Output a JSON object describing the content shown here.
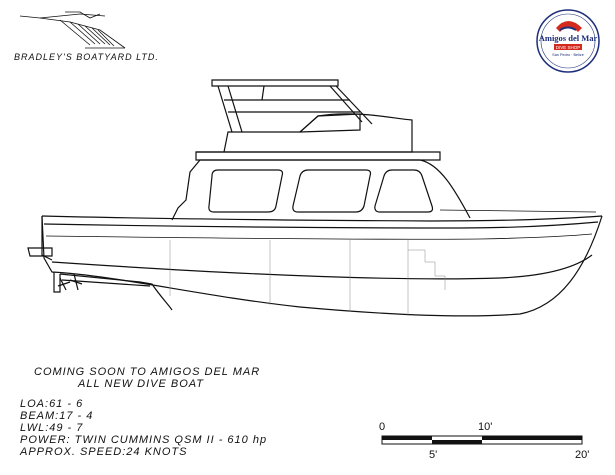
{
  "builder": {
    "name": "BRADLEY'S BOATYARD LTD."
  },
  "badge": {
    "name": "Amigos del Mar",
    "tag": "DIVE SHOP",
    "location": "San Pedro · Belize"
  },
  "announcement": {
    "line1": "COMING SOON TO AMIGOS DEL MAR",
    "line2": "ALL NEW DIVE BOAT"
  },
  "specs": {
    "loa": "LOA:61 - 6",
    "beam": "BEAM:17 - 4",
    "lwl": "LWL:49 - 7",
    "power": "POWER: TWIN CUMMINS QSM II - 610 hp",
    "speed": "APPROX. SPEED:24 KNOTS"
  },
  "scale": {
    "label_0": "0",
    "label_5": "5'",
    "label_10": "10'",
    "label_20": "20'"
  },
  "colors": {
    "line": "#111111",
    "badge_red": "#d42a1e",
    "badge_blue": "#1d2f7a"
  }
}
